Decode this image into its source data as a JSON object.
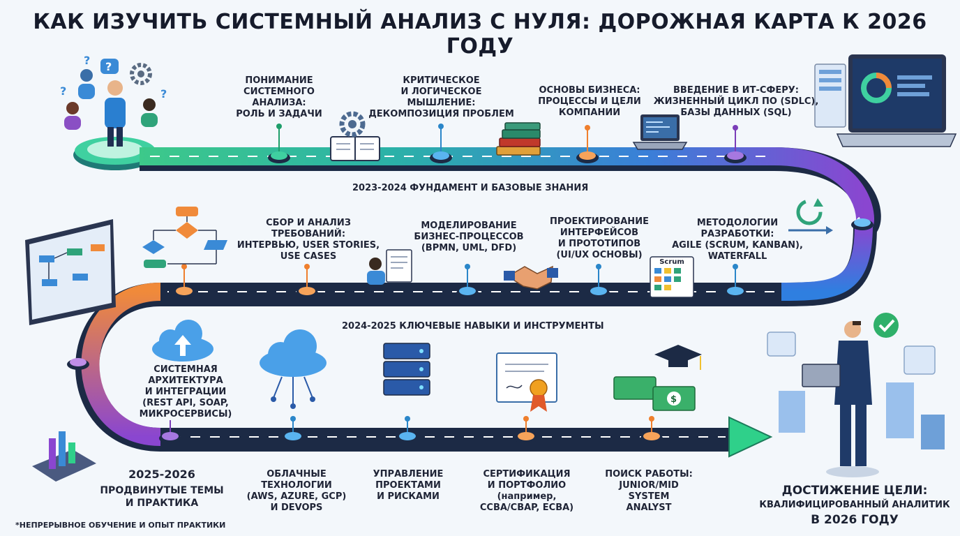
{
  "title": "КАК ИЗУЧИТЬ СИСТЕМНЫЙ АНАЛИЗ С НУЛЯ: ДОРОЖНАЯ КАРТА К 2026 ГОДУ",
  "phases": {
    "p1": "2023-2024 ФУНДАМЕНТ И БАЗОВЫЕ ЗНАНИЯ",
    "p2": "2024-2025 КЛЮЧЕВЫЕ НАВЫКИ И ИНСТРУМЕНТЫ",
    "p3_year": "2025-2026",
    "p3": "ПРОДВИНУТЫЕ ТЕМЫ\nИ ПРАКТИКА"
  },
  "row1": [
    {
      "label": "ПОНИМАНИЕ\nСИСТЕМНОГО\nАНАЛИЗА:\nРОЛЬ И ЗАДАЧИ",
      "color": "#1e9e6a"
    },
    {
      "label": "КРИТИЧЕСКОЕ\nИ ЛОГИЧЕСКОЕ\nМЫШЛЕНИЕ:\nДЕКОМПОЗИЦИЯ ПРОБЛЕМ",
      "color": "#2a86c9"
    },
    {
      "label": "ОСНОВЫ БИЗНЕСА:\nПРОЦЕССЫ И ЦЕЛИ\nКОМПАНИИ",
      "color": "#ef7f2d"
    },
    {
      "label": "ВВЕДЕНИЕ В ИТ-СФЕРУ:\nЖИЗНЕННЫЙ ЦИКЛ ПО (SDLC),\nБАЗЫ ДАННЫХ (SQL)",
      "color": "#7a3db8"
    }
  ],
  "row2": [
    {
      "label": "СБОР И АНАЛИЗ\nТРЕБОВАНИЙ:\nИНТЕРВЬЮ, USER STORIES,\nUSE CASES",
      "color": "#ef7f2d"
    },
    {
      "label": "МОДЕЛИРОВАНИЕ\nБИЗНЕС-ПРОЦЕССОВ\n(BPMN, UML, DFD)",
      "color": "#2a86c9"
    },
    {
      "label": "ПРОЕКТИРОВАНИЕ\nИНТЕРФЕЙСОВ\nИ ПРОТОТИПОВ\n(UI/UX ОСНОВЫ)",
      "color": "#2a86c9"
    },
    {
      "label": "МЕТОДОЛОГИИ\nРАЗРАБОТКИ:\nAGILE (SCRUM, KANBAN),\nWATERFALL",
      "color": "#2a86c9"
    }
  ],
  "row3_top": {
    "label": "СИСТЕМНАЯ\nАРХИТЕКТУРА\nИ ИНТЕГРАЦИИ\n(REST API, SOAP,\nМИКРОСЕРВИСЫ)"
  },
  "row3": [
    {
      "label": "ОБЛАЧНЫЕ\nТЕХНОЛОГИИ\n(AWS, AZURE, GCP)\nИ DEVOPS",
      "color": "#2a86c9"
    },
    {
      "label": "УПРАВЛЕНИЕ\nПРОЕКТАМИ\nИ РИСКАМИ",
      "color": "#2a86c9"
    },
    {
      "label": "СЕРТИФИКАЦИЯ\nИ ПОРТФОЛИО\n(например,\nCCBA/CBAP, ECBA)",
      "color": "#ef7f2d"
    },
    {
      "label": "ПОИСК РАБОТЫ:\nJUNIOR/MID\nSYSTEM\nANALYST",
      "color": "#ef7f2d"
    }
  ],
  "icons": {
    "scrum_board": "Scrum"
  },
  "goal": {
    "heading": "ДОСТИЖЕНИЕ ЦЕЛИ:",
    "line1": "КВАЛИФИЦИРОВАННЫЙ АНАЛИТИК",
    "line2": "В 2026 ГОДУ"
  },
  "footnote": "*НЕПРЕРЫВНОЕ ОБУЧЕНИЕ И ОПЫТ ПРАКТИКИ",
  "colors": {
    "green": "#22b37a",
    "blue": "#2b8fd6",
    "purple": "#7b49c8",
    "orange": "#f08a3a",
    "road_dark": "#1f2b47"
  }
}
